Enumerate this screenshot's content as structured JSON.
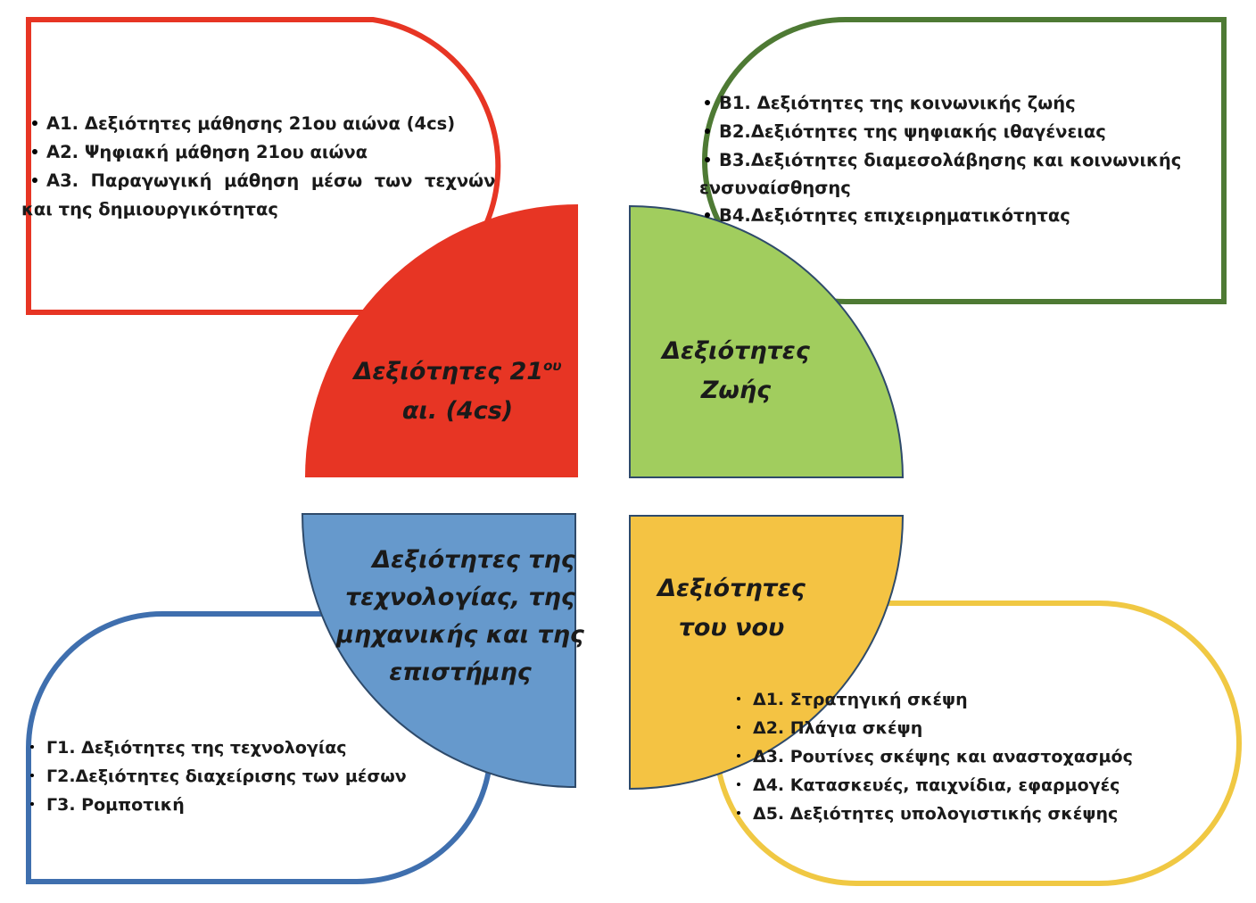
{
  "quadrants": {
    "top_left": {
      "title_line1": "Δεξιότητες 21",
      "title_sup": "ου",
      "title_line2": "αι. (4cs)",
      "color": "#e73524",
      "items": [
        "Α1. Δεξιότητες μάθησης 21ου αιώνα (4cs)",
        "Α2. Ψηφιακή μάθηση 21ου αιώνα",
        "Α3.  Παραγωγική  μάθηση  μέσω  των  τεχνών",
        "και της δημιουργικότητας"
      ]
    },
    "top_right": {
      "title_line1": "Δεξιότητες",
      "title_line2": "Ζωής",
      "color": "#a1cd5e",
      "border_color": "#4e7a34",
      "items": [
        "Β1. Δεξιότητες της κοινωνικής ζωής",
        "Β2.Δεξιότητες της ψηφιακής ιθαγένειας",
        "Β3.Δεξιότητες διαμεσολάβησης και κοινωνικής",
        "ενσυναίσθησης",
        "Β4.Δεξιότητες επιχειρηματικότητας"
      ]
    },
    "bottom_left": {
      "title_lines": [
        "Δεξιότητες της",
        "τεχνολογίας, της",
        "μηχανικής και της",
        "επιστήμης"
      ],
      "color": "#6699cc",
      "border_color": "#3f6fae",
      "items": [
        "Γ1. Δεξιότητες της τεχνολογίας",
        "Γ2.Δεξιότητες διαχείρισης των μέσων",
        "Γ3. Ρομποτική"
      ]
    },
    "bottom_right": {
      "title_line1": "Δεξιότητες",
      "title_line2": "του νου",
      "color": "#f4c343",
      "border_color": "#f0c843",
      "items": [
        "Δ1. Στρατηγική σκέψη",
        "Δ2. Πλάγια σκέψη",
        "Δ3. Ρουτίνες σκέψης και αναστοχασμός",
        "Δ4. Κατασκευές, παιχνίδια, εφαρμογές",
        "Δ5. Δεξιότητες υπολογιστικής σκέψης"
      ]
    }
  }
}
